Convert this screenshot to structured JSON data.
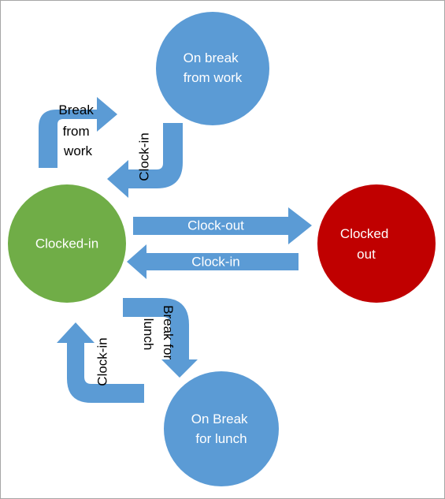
{
  "colors": {
    "arrow": "#5b9bd5",
    "state_on_break": "#5b9bd5",
    "state_clocked_in": "#70ad47",
    "state_clocked_out": "#c00000",
    "label_on_shape": "#ffffff",
    "label_off_shape": "#000000"
  },
  "nodes": {
    "on_break_work": {
      "line1": "On break",
      "line2": "from work"
    },
    "clocked_in": {
      "label": "Clocked-in"
    },
    "clocked_out": {
      "line1": "Clocked",
      "line2": "out"
    },
    "on_break_lunch": {
      "line1": "On Break",
      "line2": "for lunch"
    }
  },
  "edges": {
    "break_from_work": {
      "line1": "Break",
      "line2": "from",
      "line3": "work"
    },
    "clock_in_from_work_break": {
      "label": "Clock-in"
    },
    "clock_out": {
      "label": "Clock-out"
    },
    "clock_in_from_out": {
      "label": "Clock-in"
    },
    "break_for_lunch": {
      "line1": "Break for",
      "line2": "lunch"
    },
    "clock_in_from_lunch": {
      "label": "Clock-in"
    }
  }
}
